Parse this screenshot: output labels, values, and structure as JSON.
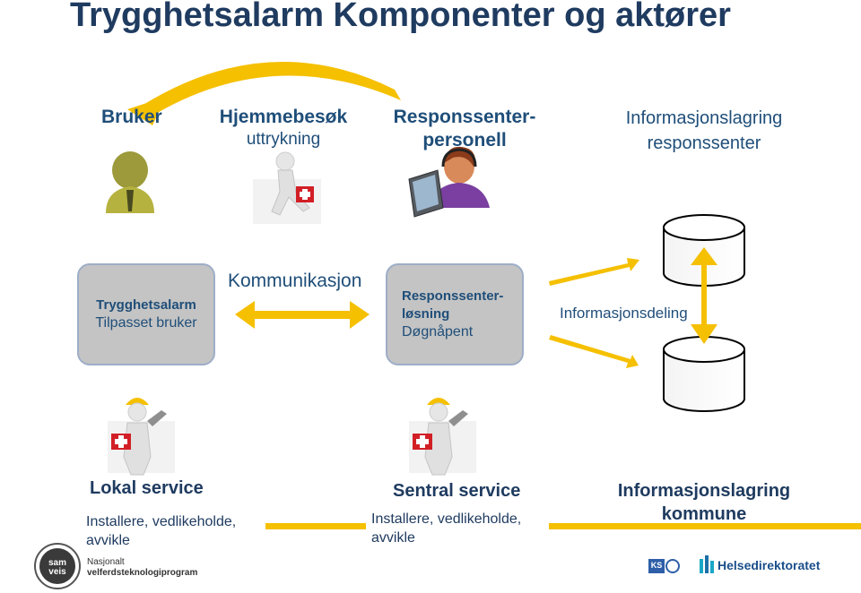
{
  "title": "Trygghetsalarm Komponenter og aktører",
  "actors": {
    "bruker": "Bruker",
    "hjemmebesok": {
      "title": "Hjemmebesøk",
      "sub": "uttrykning"
    },
    "responssenter_personell": {
      "line1": "Responssenter-",
      "line2": "personell"
    },
    "infolagring_responssenter": {
      "line1": "Informasjonslagring",
      "line2": "responssenter"
    }
  },
  "middle": {
    "trygghetsalarm_box": {
      "title": "Trygghetsalarm",
      "sub": "Tilpasset bruker"
    },
    "kommunikasjon": "Kommunikasjon",
    "responssenter_box": {
      "line1": "Responssenter-",
      "line2": "løsning",
      "sub": "Døgnåpent"
    },
    "informasjonsdeling": "Informasjonsdeling"
  },
  "bottom": {
    "lokal": {
      "title": "Lokal service",
      "sub": "Installere, vedlikeholde, avvikle"
    },
    "sentral": {
      "title": "Sentral service",
      "sub": "Installere, vedlikeholde, avvikle"
    },
    "kommune": {
      "line1": "Informasjonslagring",
      "line2": "kommune"
    }
  },
  "footer": {
    "samveis_logo": "sam veis",
    "program_line1": "Nasjonalt",
    "program_line2": "velferdsteknologiprogram",
    "ks_logo": "KS",
    "helsedirektoratet": "Helsedirektoratet"
  },
  "colors": {
    "arrow": "#f5c000",
    "box": "#c4c4c4",
    "text": "#1f4e79"
  }
}
